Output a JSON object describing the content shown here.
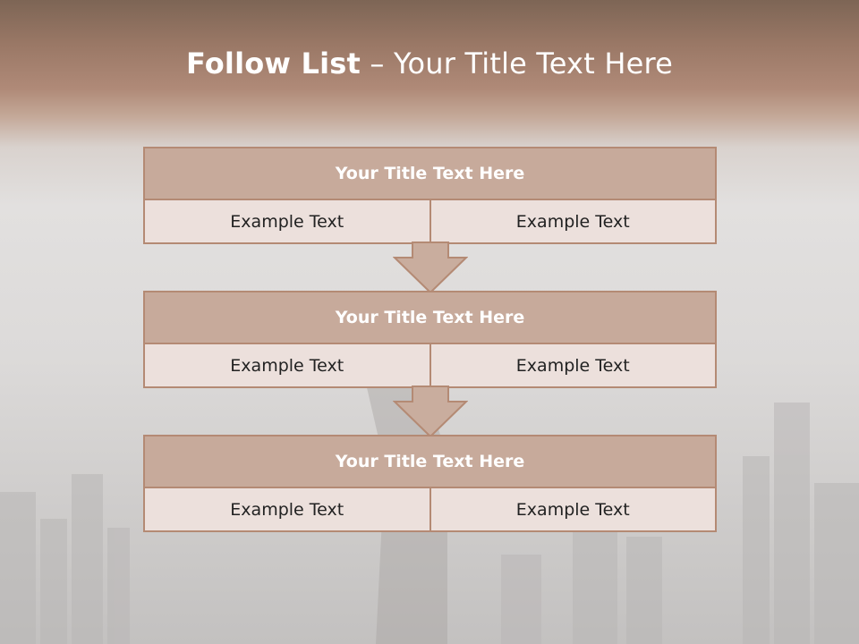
{
  "slide": {
    "title_bold": "Follow List",
    "title_rest": " – Your Title Text Here"
  },
  "steps": [
    {
      "title": "Your Title Text Here",
      "left": "Example Text",
      "right": "Example Text"
    },
    {
      "title": "Your Title Text Here",
      "left": "Example Text",
      "right": "Example Text"
    },
    {
      "title": "Your Title Text Here",
      "left": "Example Text",
      "right": "Example Text"
    }
  ],
  "colors": {
    "header_band": "#a88170",
    "box_title_fill": "#c7aa9b",
    "box_border": "#b48a74",
    "box_body_fill": "#ece0dc",
    "arrow_fill": "#c9ad9e"
  }
}
